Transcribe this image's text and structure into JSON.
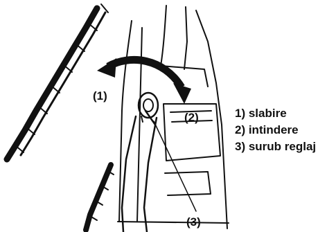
{
  "callouts": {
    "one": "(1)",
    "two": "(2)",
    "three": "(3)"
  },
  "legend": {
    "items": [
      "1) slabire",
      "2) intindere",
      "3) surub reglaj"
    ]
  }
}
